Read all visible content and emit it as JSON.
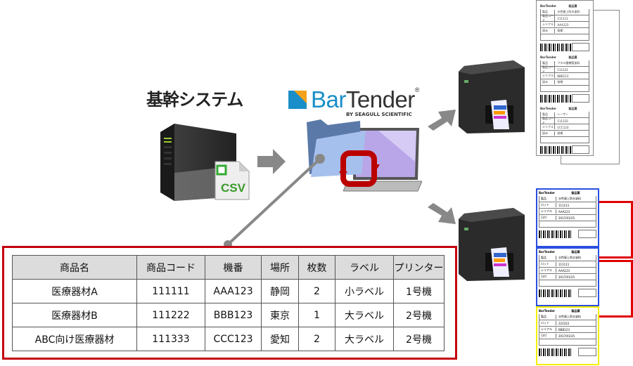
{
  "source": {
    "title": "基幹システム",
    "file_label": "CSV"
  },
  "bartender": {
    "name_part1": "Bar",
    "name_part2": "Tender",
    "registered": "®",
    "subtitle": "BY SEAGULL SCIENTIFIC"
  },
  "table": {
    "headers": [
      "商品名",
      "商品コード",
      "機番",
      "場所",
      "枚数",
      "ラベル",
      "プリンター"
    ],
    "rows": [
      [
        "医療器材A",
        "111111",
        "AAA123",
        "静岡",
        "2",
        "小ラベル",
        "1号機"
      ],
      [
        "医療器材B",
        "111222",
        "BBB123",
        "東京",
        "1",
        "大ラベル",
        "2号機"
      ],
      [
        "ABC向け医療器材",
        "111333",
        "CCC123",
        "愛知",
        "2",
        "大ラベル",
        "2号機"
      ]
    ]
  },
  "labels_small": [
    {
      "brand": "BarTender",
      "title": "製品票",
      "rows": [
        [
          "製品",
          "水性屋上防水塗料"
        ],
        [
          "製品コード",
          "111111"
        ],
        [
          "シリアル",
          "AAA123"
        ],
        [
          "読み",
          "前期"
        ]
      ]
    },
    {
      "brand": "BarTender",
      "title": "製品票",
      "rows": [
        [
          "製品",
          "フタル酸樹脂塗料"
        ],
        [
          "製品コード",
          "111222"
        ],
        [
          "シリアル",
          "BBB123"
        ],
        [
          "読み",
          "前期"
        ]
      ]
    },
    {
      "brand": "BarTender",
      "title": "製品票",
      "rows": [
        [
          "製品",
          "レーザー"
        ],
        [
          "製品コード",
          "111333"
        ],
        [
          "シリアル",
          "CCC123"
        ],
        [
          "読み",
          "前期"
        ]
      ]
    }
  ],
  "labels_large": [
    {
      "brand": "BarTender",
      "title": "製品票",
      "rows": [
        [
          "製品",
          "水性屋上防水塗料"
        ],
        [
          "ロット",
          "111111"
        ],
        [
          "シリアル",
          "AAA123"
        ],
        [
          "日付",
          "2017/01/25"
        ]
      ]
    },
    {
      "brand": "BarTender",
      "title": "製品票",
      "rows": [
        [
          "製品",
          "水性屋上防水塗料"
        ],
        [
          "ロット",
          "111111"
        ],
        [
          "シリアル",
          "AAA123"
        ],
        [
          "日付",
          "2017/01/25"
        ]
      ]
    },
    {
      "brand": "BarTender",
      "title": "製品票",
      "rows": [
        [
          "製品",
          "水性屋上防水塗料"
        ],
        [
          "ロット",
          "222222"
        ],
        [
          "シリアル",
          "BBB123"
        ],
        [
          "日付",
          "2017/01/25"
        ]
      ]
    }
  ],
  "colors": {
    "frame_red": "#c4000b",
    "brand_blue": "#1a8ec8",
    "brand_orange": "#f5a21a",
    "label_blue": "#2a4fe0",
    "label_yellow": "#f5ee00",
    "label_red": "#e00000"
  }
}
